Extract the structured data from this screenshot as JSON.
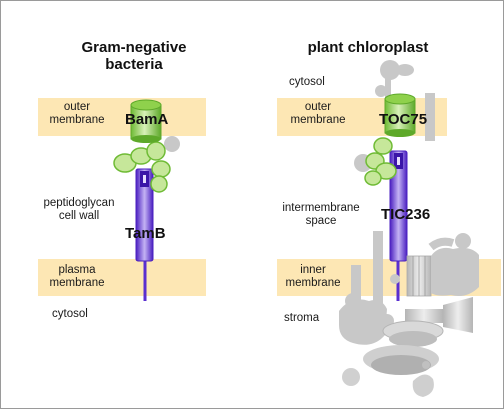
{
  "titles": {
    "bacteria": "Gram-negative\nbacteria",
    "chloroplast": "plant chloroplast"
  },
  "left_labels": {
    "outer_membrane": "outer\nmembrane",
    "peptidoglycan": "peptidoglycan\ncell wall",
    "plasma_membrane": "plasma\nmembrane",
    "cytosol": "cytosol"
  },
  "right_labels": {
    "cytosol": "cytosol",
    "outer_membrane": "outer\nmembrane",
    "intermembrane": "intermembrane\nspace",
    "inner_membrane": "inner\nmembrane",
    "stroma": "stroma"
  },
  "proteins": {
    "bama": "BamA",
    "tamb": "TamB",
    "toc75": "TOC75",
    "tic236": "TIC236"
  },
  "colors": {
    "membrane": "#fde7b4",
    "green_barrel": "#7cc23f",
    "green_light": "#c6e79a",
    "purple": "#5a2fd0",
    "purple_light": "#b9a6f0",
    "grey": "#c8c8c8"
  }
}
